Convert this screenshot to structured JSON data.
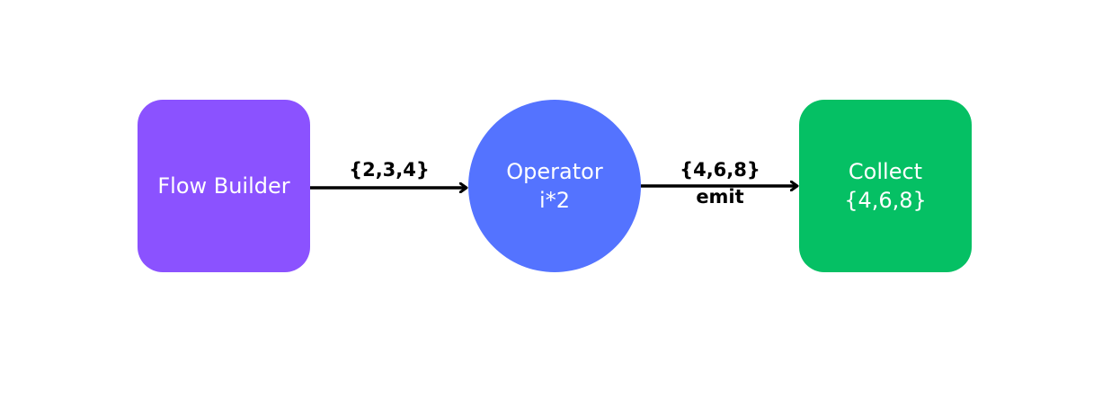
{
  "nodes": {
    "flow_builder": {
      "label": "Flow Builder",
      "color": "#8b52ff"
    },
    "operator": {
      "label": "Operator",
      "sublabel": "i*2",
      "color": "#5473ff"
    },
    "collect": {
      "label": "Collect",
      "sublabel": "{4,6,8}",
      "color": "#05c064"
    }
  },
  "edges": {
    "builder_to_operator": {
      "label": "{2,3,4}"
    },
    "operator_to_collect": {
      "label": "{4,6,8}",
      "sublabel": "emit"
    }
  },
  "colors": {
    "arrow": "#000000",
    "background": "#ffffff"
  }
}
